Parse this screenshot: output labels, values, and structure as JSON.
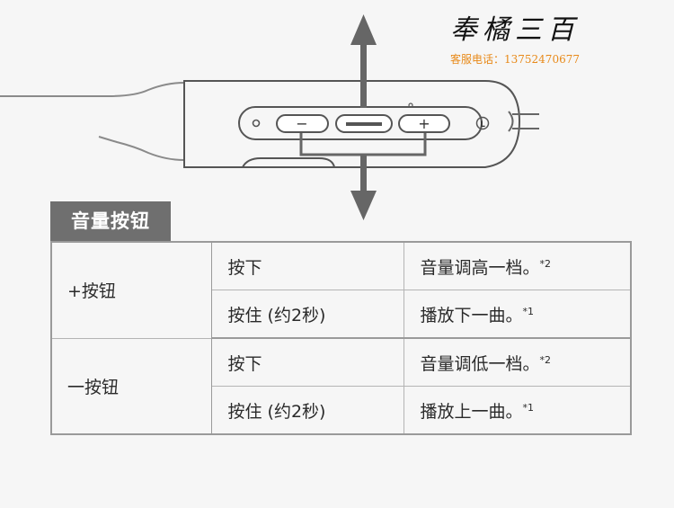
{
  "watermark": {
    "logo": "奉橘三百",
    "phone": "客服电话：13752470677"
  },
  "device": {
    "minus_symbol": "−",
    "plus_symbol": "+",
    "left_marker": "L"
  },
  "section_title": "音量按钮",
  "rows": [
    {
      "button": "+按钮",
      "actions": [
        {
          "action": "按下",
          "result": "音量调高一档。",
          "note": "*2"
        },
        {
          "action": "按住 (约2秒)",
          "result": "播放下一曲。",
          "note": "*1"
        }
      ]
    },
    {
      "button": "一按钮",
      "actions": [
        {
          "action": "按下",
          "result": "音量调低一档。",
          "note": "*2"
        },
        {
          "action": "按住 (约2秒)",
          "result": "播放上一曲。",
          "note": "*1"
        }
      ]
    }
  ]
}
